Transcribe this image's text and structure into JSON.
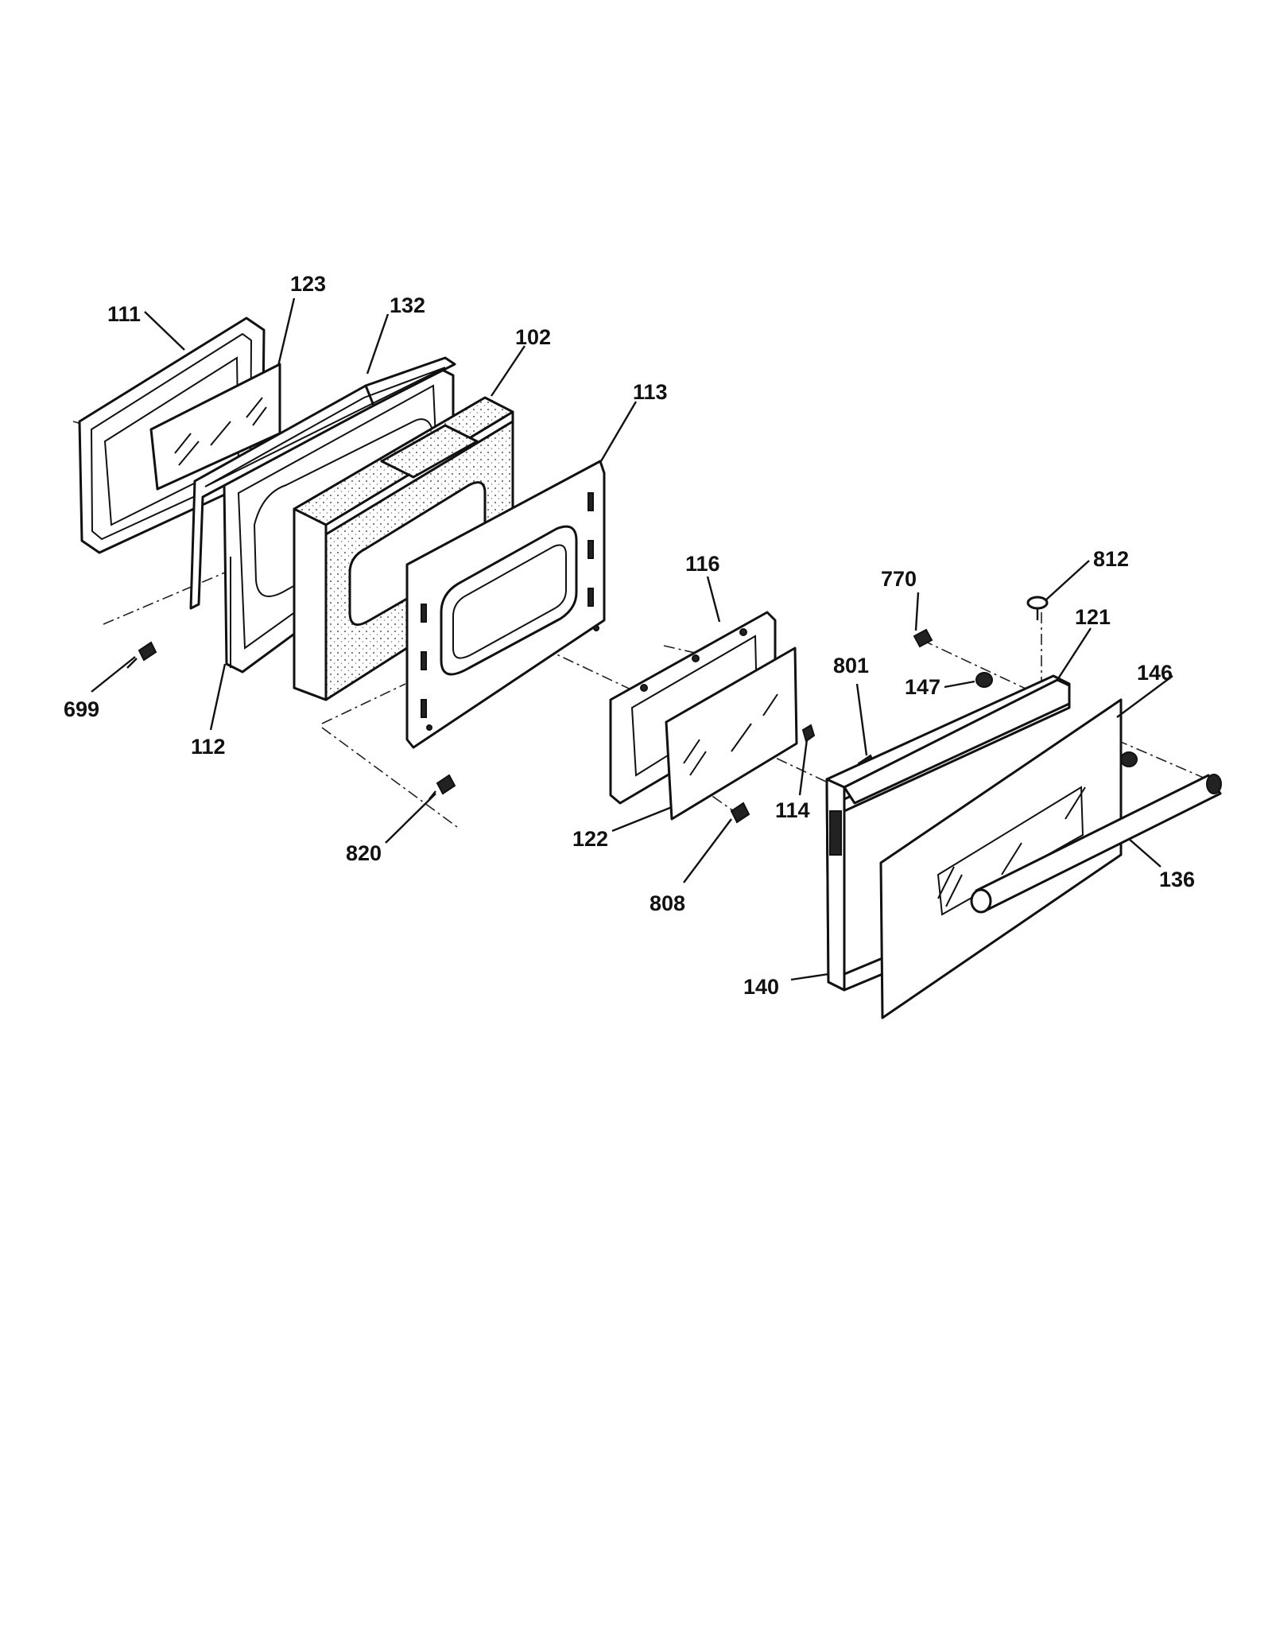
{
  "diagram": {
    "parts": [
      {
        "id": "p111",
        "label": "111"
      },
      {
        "id": "p123",
        "label": "123"
      },
      {
        "id": "p132",
        "label": "132"
      },
      {
        "id": "p102",
        "label": "102"
      },
      {
        "id": "p113",
        "label": "113"
      },
      {
        "id": "p116",
        "label": "116"
      },
      {
        "id": "p770",
        "label": "770"
      },
      {
        "id": "p812",
        "label": "812"
      },
      {
        "id": "p121",
        "label": "121"
      },
      {
        "id": "p146",
        "label": "146"
      },
      {
        "id": "p801",
        "label": "801"
      },
      {
        "id": "p147",
        "label": "147"
      },
      {
        "id": "p699",
        "label": "699"
      },
      {
        "id": "p112",
        "label": "112"
      },
      {
        "id": "p114",
        "label": "114"
      },
      {
        "id": "p122",
        "label": "122"
      },
      {
        "id": "p820",
        "label": "820"
      },
      {
        "id": "p808",
        "label": "808"
      },
      {
        "id": "p136",
        "label": "136"
      },
      {
        "id": "p140",
        "label": "140"
      }
    ]
  }
}
